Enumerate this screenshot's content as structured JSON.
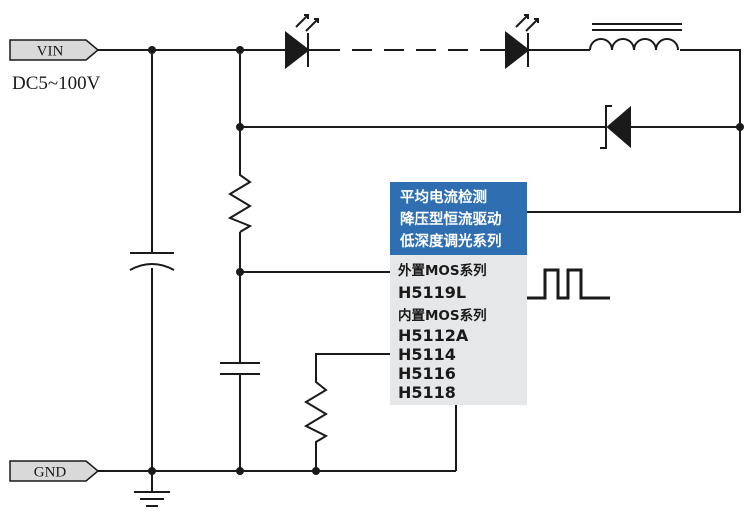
{
  "terminals": {
    "vin": "VIN",
    "vin_range": "DC5~100V",
    "gnd": "GND"
  },
  "chip": {
    "header_lines": [
      "平均电流检测",
      "降压型恒流驱动",
      "低深度调光系列"
    ],
    "external_mos_title": "外置MOS系列",
    "external_mos_models": [
      "H5119L"
    ],
    "internal_mos_title": "内置MOS系列",
    "internal_mos_models": [
      "H5112A",
      "H5114",
      "H5116",
      "H5118"
    ]
  },
  "colors": {
    "wire": "#1a1a1a",
    "terminal_fill": "#d9d9d9",
    "chip_header": "#2f6fb1",
    "chip_body": "#e6e7e8"
  }
}
